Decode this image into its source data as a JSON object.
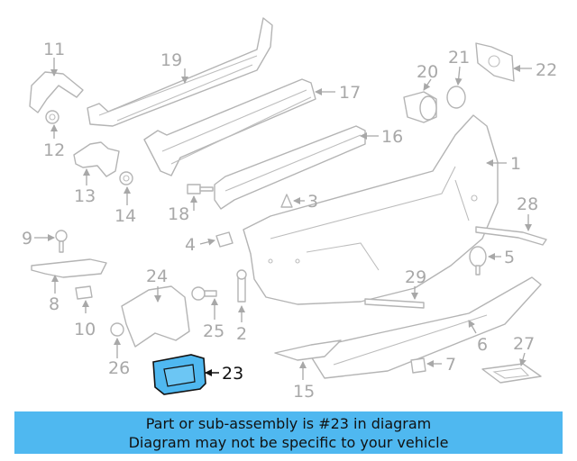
{
  "diagram": {
    "highlighted_part": "23",
    "highlight_color": "#4fb8f0",
    "labels": {
      "p1": "1",
      "p2": "2",
      "p3": "3",
      "p4": "4",
      "p5": "5",
      "p6": "6",
      "p7": "7",
      "p8": "8",
      "p9": "9",
      "p10": "10",
      "p11": "11",
      "p12": "12",
      "p13": "13",
      "p14": "14",
      "p15": "15",
      "p16": "16",
      "p17": "17",
      "p18": "18",
      "p19": "19",
      "p20": "20",
      "p21": "21",
      "p22": "22",
      "p23": "23",
      "p24": "24",
      "p25": "25",
      "p26": "26",
      "p27": "27",
      "p28": "28",
      "p29": "29"
    }
  },
  "banner": {
    "line1": "Part or sub-assembly is #23 in diagram",
    "line2": "Diagram may not be specific to your vehicle",
    "color": "#4fb8f0"
  }
}
